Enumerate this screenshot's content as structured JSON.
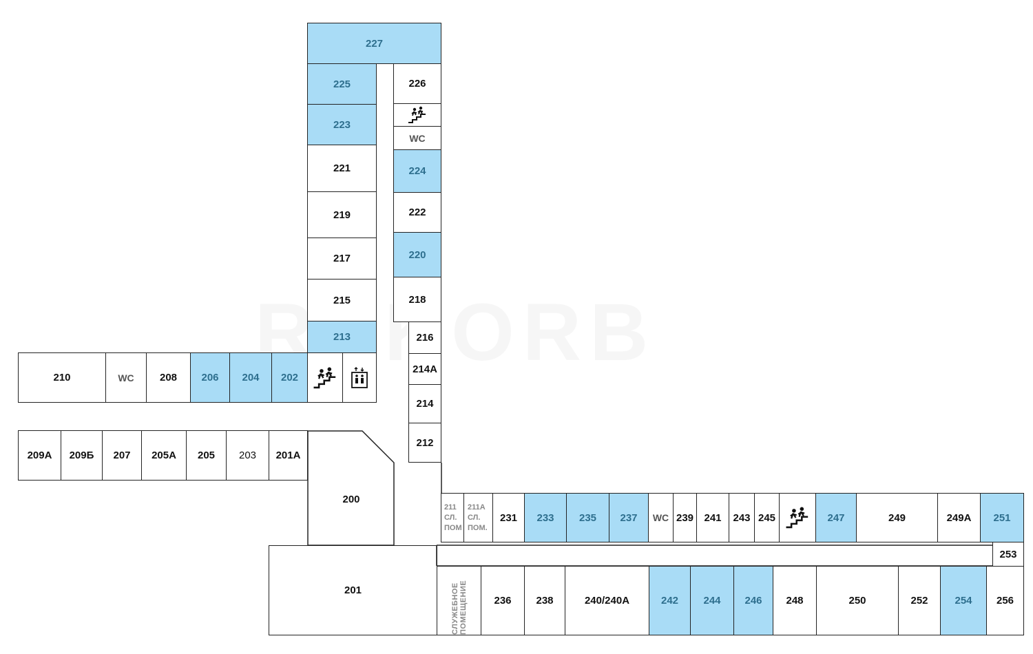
{
  "map": {
    "watermark": "REKORB",
    "colors": {
      "available": "#a9dcf6",
      "available_text": "#2e6f8e",
      "room_border": "#222222"
    },
    "rooms": {
      "227": "227",
      "225": "225",
      "223": "223",
      "221": "221",
      "219": "219",
      "217": "217",
      "215": "215",
      "213": "213",
      "226": "226",
      "wc_top": "WC",
      "224": "224",
      "222": "222",
      "220": "220",
      "218": "218",
      "216": "216",
      "214A": "214A",
      "214": "214",
      "212": "212",
      "210": "210",
      "wc_left": "WC",
      "208": "208",
      "206": "206",
      "204": "204",
      "202": "202",
      "209A": "209A",
      "209B": "209Б",
      "207": "207",
      "205A": "205A",
      "205": "205",
      "203": "203",
      "201A": "201A",
      "200": "200",
      "201": "201",
      "211": [
        "211",
        "СЛ.",
        "ПОМ"
      ],
      "211A": [
        "211А",
        "СЛ.",
        "ПОМ."
      ],
      "231": "231",
      "233": "233",
      "235": "235",
      "237": "237",
      "wc_right": "WC",
      "239": "239",
      "241": "241",
      "243": "243",
      "245": "245",
      "247": "247",
      "249": "249",
      "249A": "249A",
      "251": "251",
      "253": "253",
      "service_room": "СЛУЖЕБНОЕ ПОМЕЩЕНИЕ",
      "236": "236",
      "238": "238",
      "240": "240/240A",
      "242": "242",
      "244": "244",
      "246": "246",
      "248": "248",
      "250": "250",
      "252": "252",
      "254": "254",
      "256": "256"
    },
    "icons": [
      "stairs-icon",
      "elevator-icon",
      "wc-icon"
    ]
  }
}
